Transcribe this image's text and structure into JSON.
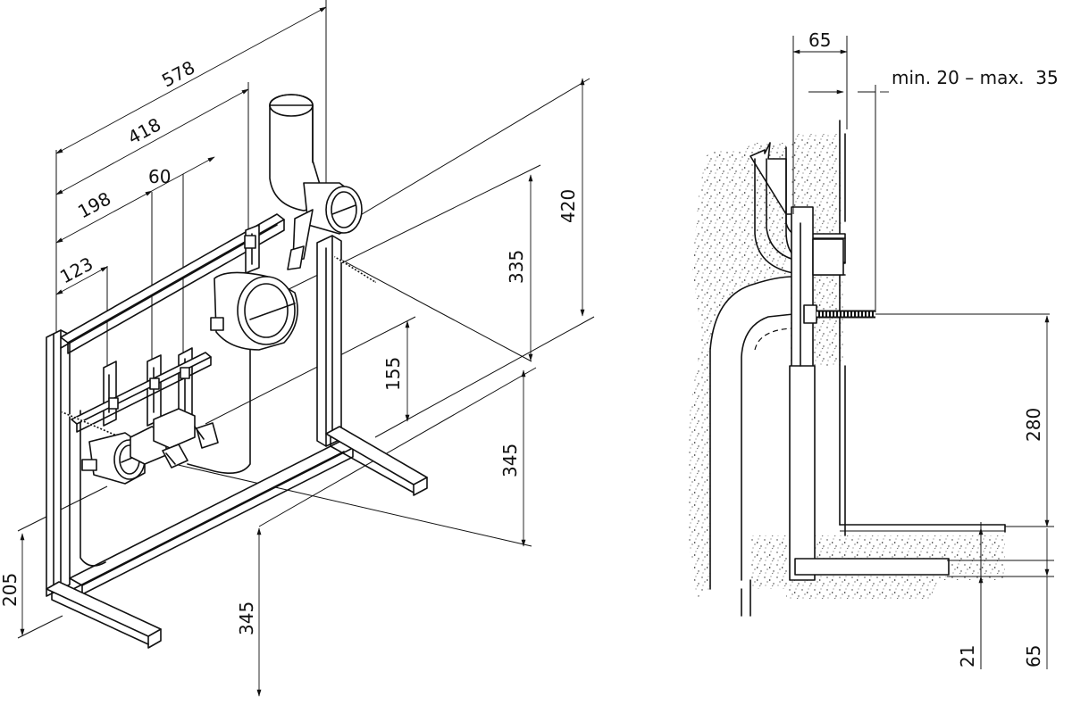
{
  "views": {
    "isometric": {
      "dimensions": {
        "d578": "578",
        "d418": "418",
        "d198": "198",
        "d60": "60",
        "d123": "123",
        "d420": "420",
        "d335": "335",
        "d155": "155",
        "d345_right": "345",
        "d205": "205",
        "d345_bottom": "345"
      }
    },
    "section": {
      "dimensions": {
        "d65_top": "65",
        "range": "min. 20 – max.  35",
        "d280": "280",
        "d21": "21",
        "d65_bottom": "65"
      }
    }
  }
}
